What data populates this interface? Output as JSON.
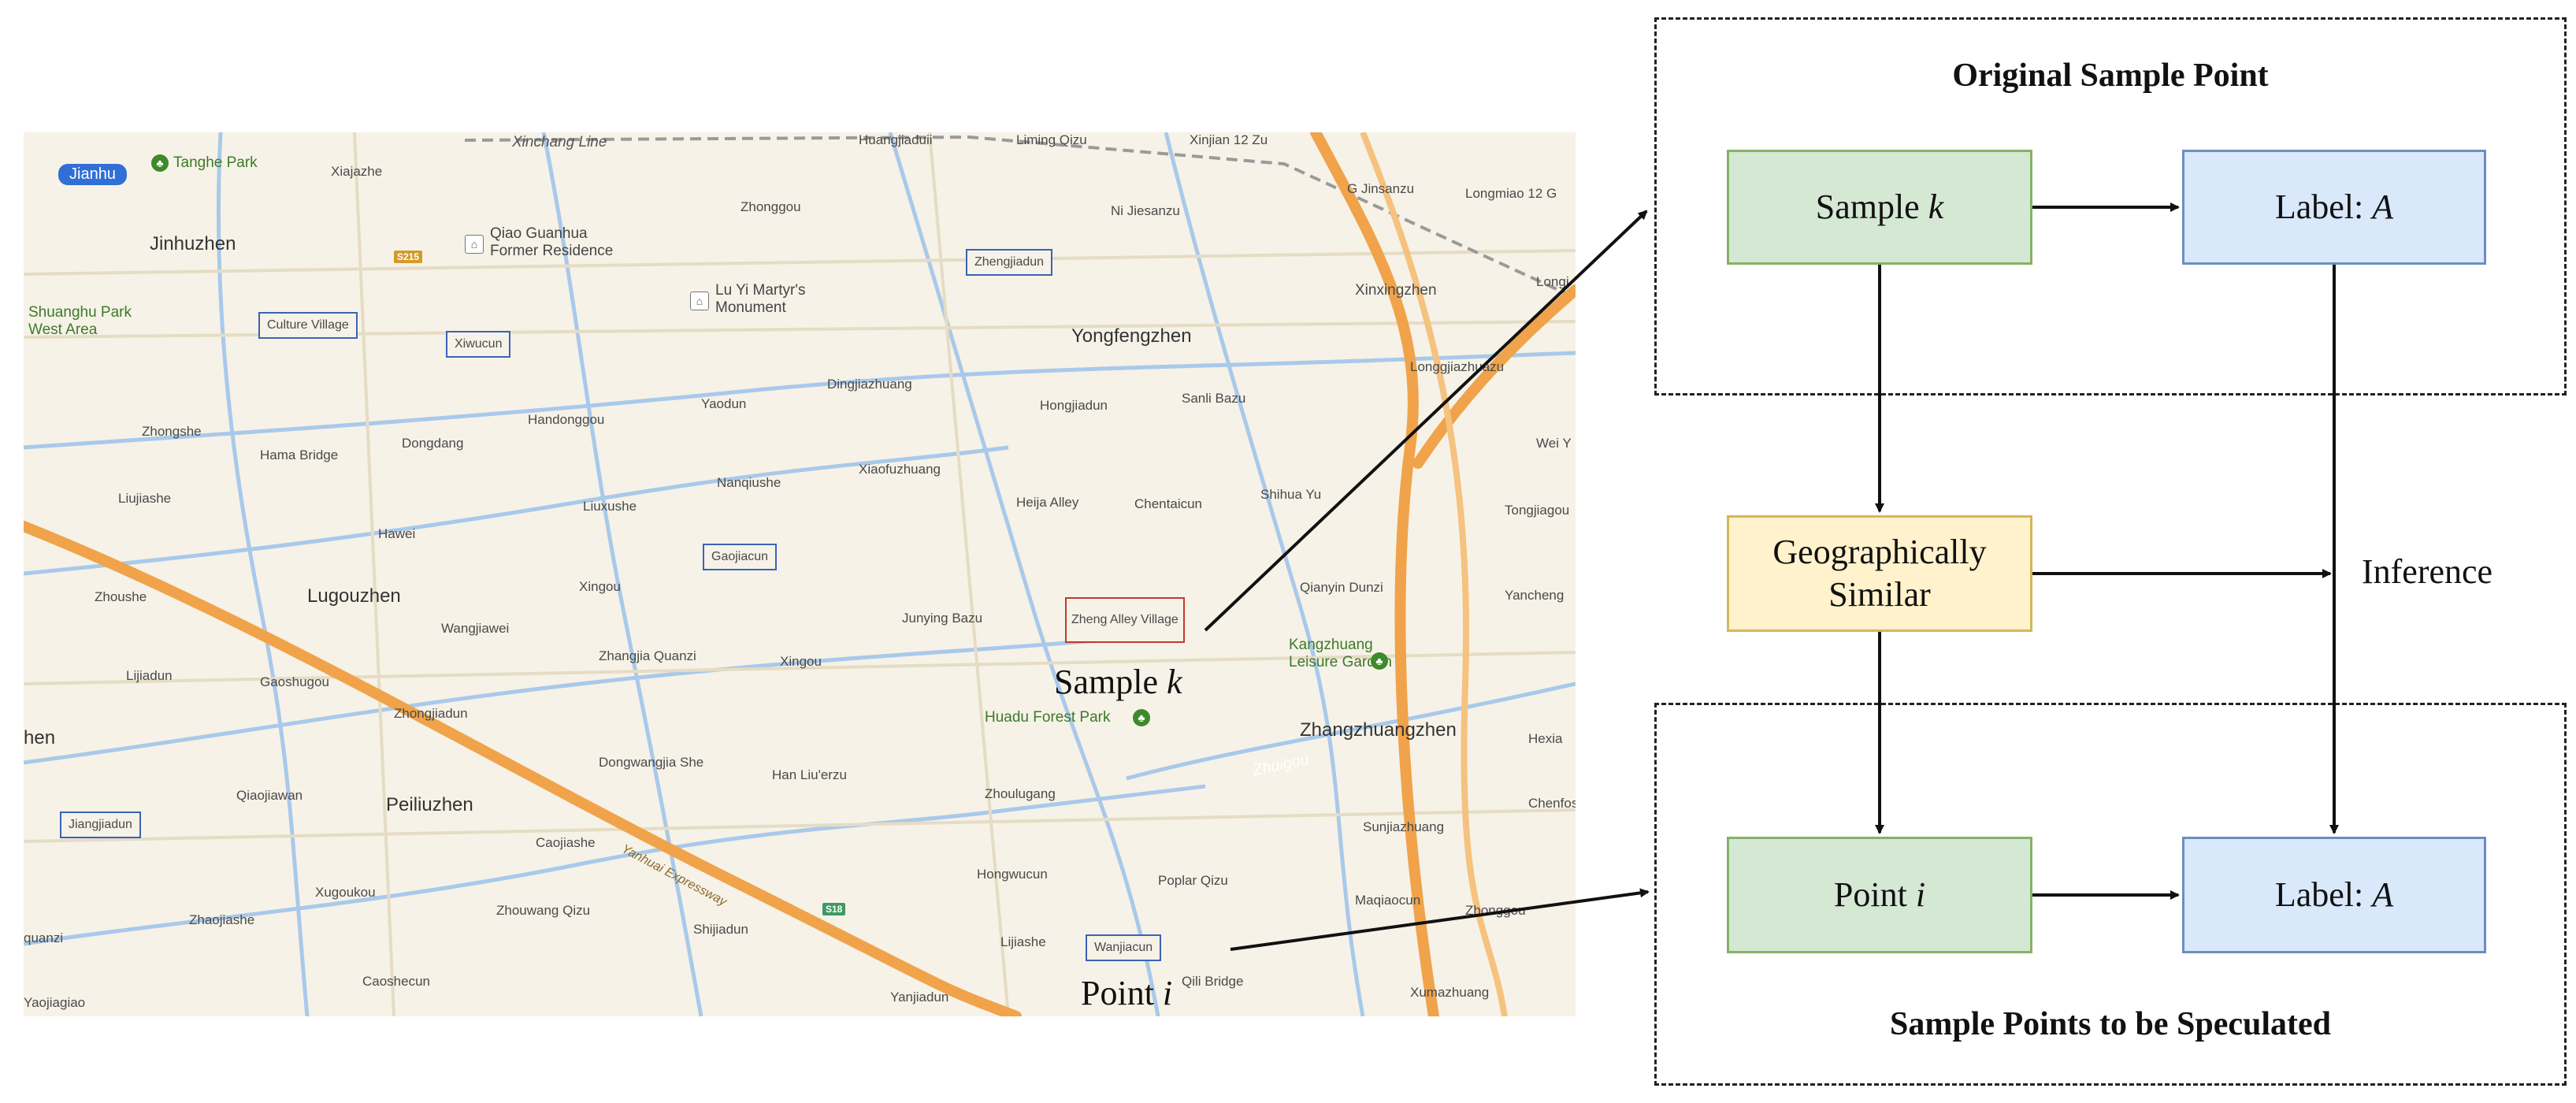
{
  "map": {
    "badge": "Jianhu",
    "shields": [
      "S215",
      "S18"
    ],
    "labels_big": [
      "Jinhuzhen",
      "Yongfengzhen",
      "Lugouzhen",
      "Peiliuzhen",
      "Zhangzhuangzhen",
      "Xinxingzhen",
      "hen"
    ],
    "labels_small": [
      "Xiajazhe",
      "Zhonggou",
      "Ni Jiesanzu",
      "G Jinsanzu",
      "Longmiao 12 G",
      "Xinjian 12 Zu",
      "Liming Qizu",
      "Huangjiaduii",
      "Zhongshe",
      "Hama Bridge",
      "Dongdang",
      "Handonggou",
      "Yaodun",
      "Dingjiazhuang",
      "Hongjiadun",
      "Sanli Bazu",
      "Longgjiazhuazu",
      "Liujiashe",
      "Hawei",
      "Liuxushe",
      "Nanqiushe",
      "Xiaofuzhuang",
      "Heija Alley",
      "Chentaicun",
      "Shihua Yu",
      "Tongjiagou",
      "Wei Y",
      "Zhoushe",
      "Wangjiawei",
      "Xingou",
      "Junying Bazu",
      "Qianyin Dunzi",
      "Yancheng",
      "Lijiadun",
      "Gaoshugou",
      "Zhangjia Quanzi",
      "Xingou",
      "Zhongjiadun",
      "Hexia",
      "Dongwangjia She",
      "Han Liu'erzu",
      "Zhoulugang",
      "Chenfosi",
      "Qiaojiawan",
      "Caojiashe",
      "Sunjiazhuang",
      "Xugoukou",
      "Hongwucun",
      "Poplar Qizu",
      "Zhaojiashe",
      "Zhouwang Qizu",
      "Shijiadun",
      "Maqiaocun",
      "Zhonggou",
      "quanzi",
      "Caoshecun",
      "Lijiashe",
      "Qili Bridge",
      "Xumazhuang",
      "Yaojiagiao",
      "Yanjiadun",
      "Longi"
    ],
    "parks": [
      "Tanghe Park",
      "Shuanghu Park\nWest Area",
      "Kangzhuang\nLeisure Garden",
      "Huadu Forest Park"
    ],
    "historic": [
      "Qiao Guanhua\nFormer Residence",
      "Lu Yi Martyr's\nMonument"
    ],
    "boxed": [
      "Culture Village",
      "Xiwucun",
      "Zhengjiadun",
      "Gaojiacun",
      "Jiangjiadun",
      "Wanjiacun"
    ],
    "highlighted": "Zheng Alley Village",
    "roads": [
      "Xinchang Line",
      "Yanhuai Expressway",
      "Zhuigou"
    ]
  },
  "callouts": {
    "sample": {
      "prefix": "Sample ",
      "var": "k"
    },
    "point": {
      "prefix": "Point ",
      "var": "i"
    }
  },
  "diagram": {
    "top_title": "Original Sample Point",
    "bottom_title": "Sample Points to be Speculated",
    "sample_node": {
      "prefix": "Sample ",
      "var": "k"
    },
    "label_top": {
      "prefix": "Label: ",
      "var": "A"
    },
    "geo_node": "Geographically Similar",
    "inference": "Inference",
    "point_node": {
      "prefix": "Point ",
      "var": "i"
    },
    "label_bottom": {
      "prefix": "Label: ",
      "var": "A"
    }
  },
  "colors": {
    "green_fill": "#d5e8d4",
    "green_border": "#82b366",
    "blue_fill": "#dae8fc",
    "blue_border": "#6c8ebf",
    "yellow_fill": "#fff2cc",
    "yellow_border": "#d6b656",
    "map_bg": "#f6f2e7",
    "expressway": "#f0a34a",
    "river": "#9fc3e6"
  }
}
